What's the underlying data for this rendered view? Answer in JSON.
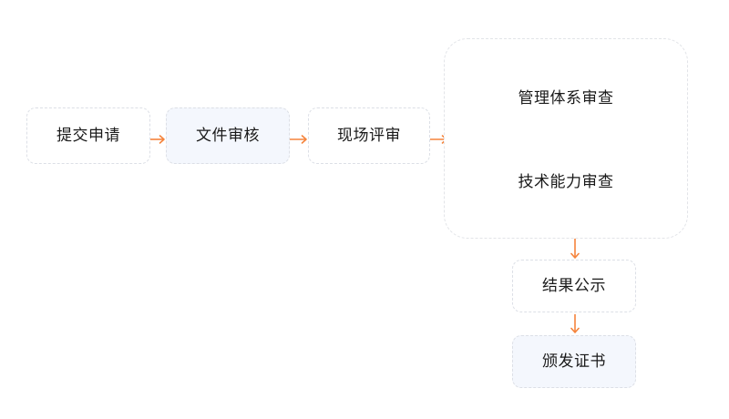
{
  "diagram": {
    "type": "flowchart",
    "orientation": "left-to-right then top-to-bottom",
    "accent_color": "#f5843c",
    "tint_color": "#f4f7fd",
    "border_color": "#dcdfe6",
    "text_color": "#1a1a1a",
    "background": "#ffffff",
    "nodes": [
      {
        "id": "n1",
        "label": "提交申请",
        "style": "plain"
      },
      {
        "id": "n2",
        "label": "文件审核",
        "style": "tinted"
      },
      {
        "id": "n3",
        "label": "现场评审",
        "style": "plain"
      },
      {
        "id": "n4",
        "label": "管理体系审查",
        "style": "group-item"
      },
      {
        "id": "n5",
        "label": "技术能力审查",
        "style": "group-item"
      },
      {
        "id": "n6",
        "label": "结果公示",
        "style": "plain"
      },
      {
        "id": "n7",
        "label": "颁发证书",
        "style": "tinted"
      }
    ],
    "group": {
      "id": "g1",
      "label": "",
      "items": [
        "管理体系审查",
        "技术能力审查"
      ]
    },
    "edges": [
      {
        "from": "n1",
        "to": "n2",
        "direction": "right"
      },
      {
        "from": "n2",
        "to": "n3",
        "direction": "right"
      },
      {
        "from": "n3",
        "to": "g1",
        "direction": "right"
      },
      {
        "from": "g1",
        "to": "n6",
        "direction": "down"
      },
      {
        "from": "n6",
        "to": "n7",
        "direction": "down"
      }
    ]
  }
}
